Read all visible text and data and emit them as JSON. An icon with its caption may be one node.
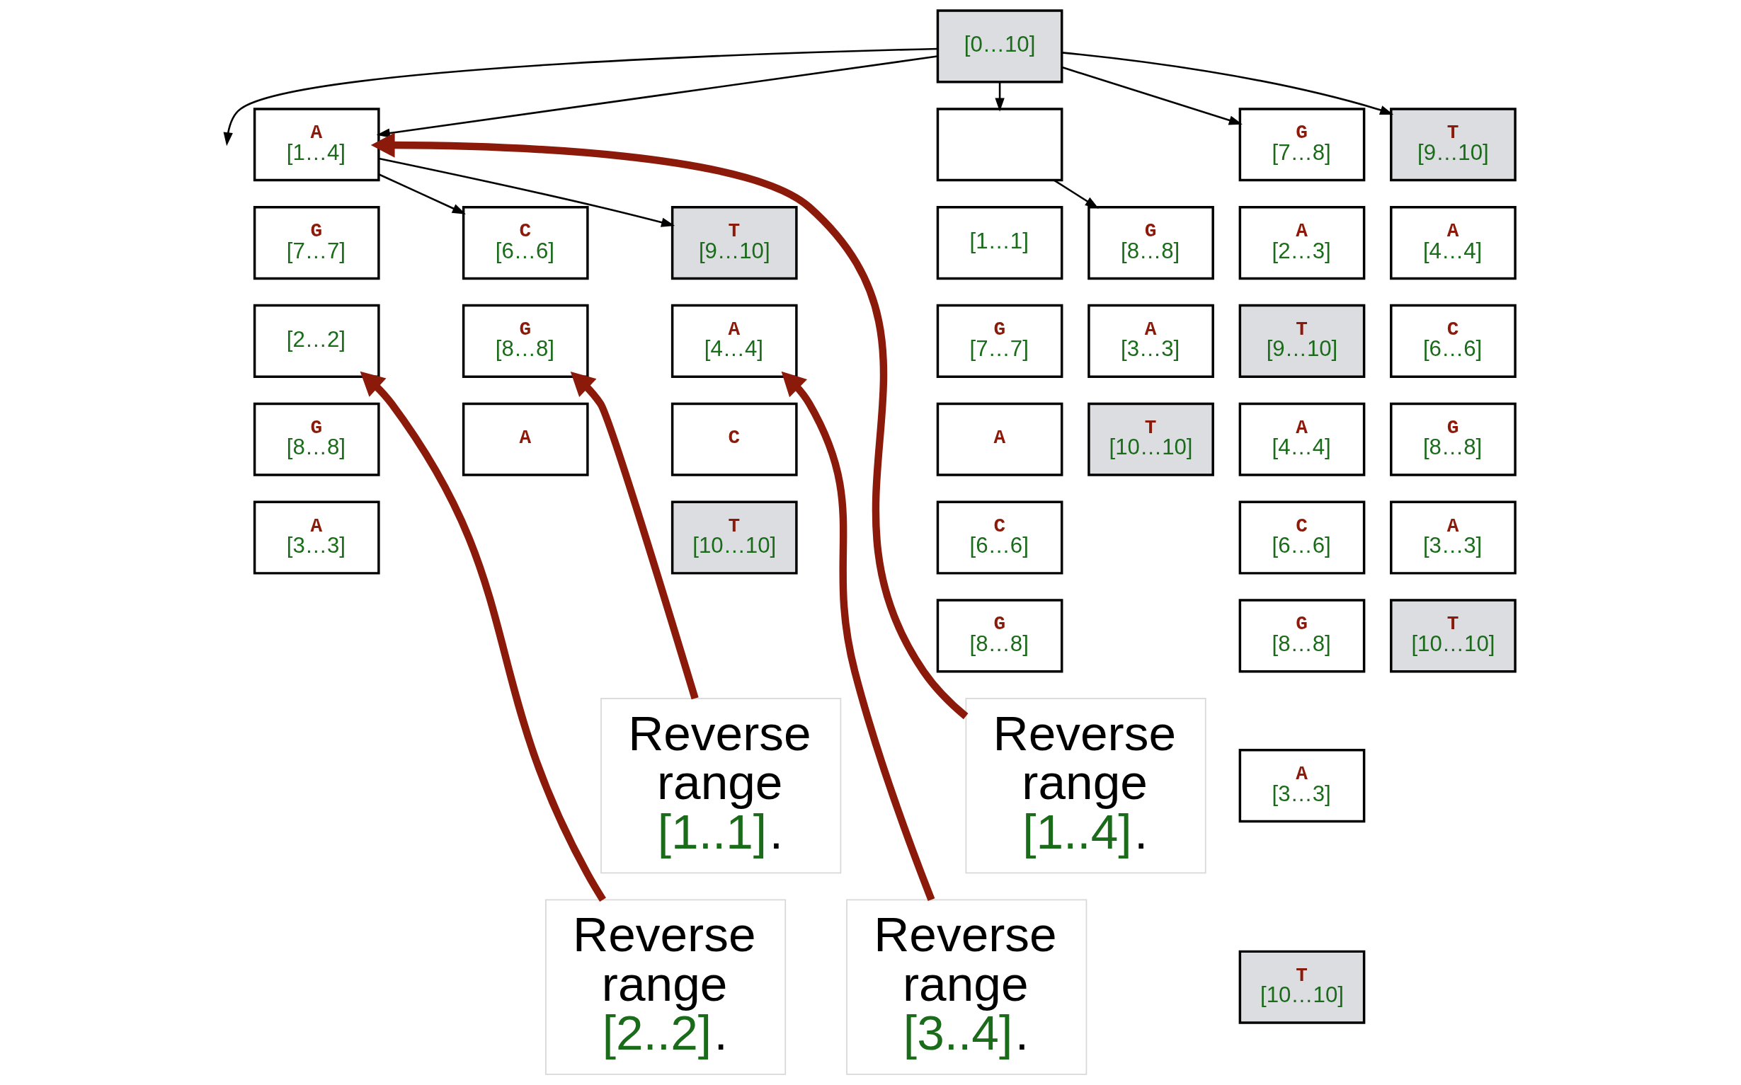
{
  "diagram": {
    "nodes": [
      {
        "text": [
          "[0…10]"
        ]
      },
      {
        "text": [
          "A",
          "[1…4]"
        ]
      },
      {
        "text": [
          "G",
          "[7…7]"
        ]
      },
      {
        "text": [
          "[2…2]"
        ]
      },
      {
        "text": [
          "G",
          "[8…8]"
        ]
      },
      {
        "text": [
          "A",
          "[3…3]"
        ]
      },
      {
        "text": [
          "C",
          "[6…6]"
        ]
      },
      {
        "text": [
          "G",
          "[8…8]"
        ]
      },
      {
        "text": [
          "A"
        ]
      },
      {
        "text": [
          "T",
          "[9…10]"
        ]
      },
      {
        "text": [
          "A",
          "[4…4]"
        ]
      },
      {
        "text": [
          "C"
        ]
      },
      {
        "text": [
          "T",
          "[10…10]"
        ]
      },
      {
        "text": [],
        "shape": "box"
      },
      {
        "text": [
          "[1…1]"
        ]
      },
      {
        "text": [
          "G",
          "[7…7]"
        ]
      },
      {
        "text": [
          "A"
        ]
      },
      {
        "text": [
          "C",
          "[6…6]"
        ]
      },
      {
        "text": [
          "G",
          "[8…8]"
        ]
      },
      {
        "text": [
          "G",
          "[8…8]"
        ]
      },
      {
        "text": [
          "A",
          "[3…3]"
        ]
      },
      {
        "text": [
          "T",
          "[10…10]"
        ]
      },
      {
        "text": [
          "G",
          "[7…8]"
        ]
      },
      {
        "text": [
          "A",
          "[2…3]"
        ]
      },
      {
        "text": [
          "T",
          "[9…10]"
        ]
      },
      {
        "text": [
          "A",
          "[4…4]"
        ]
      },
      {
        "text": [
          "C",
          "[6…6]"
        ]
      },
      {
        "text": [
          "G",
          "[8…8]"
        ]
      },
      {
        "text": [
          "A",
          "[3…3]"
        ]
      },
      {
        "text": [
          "T",
          "[10…10]"
        ]
      },
      {
        "text": [
          "T",
          "[9…10]"
        ]
      },
      {
        "text": [
          "A",
          "[4…4]"
        ]
      },
      {
        "text": [
          "C",
          "[6…6]"
        ]
      },
      {
        "text": [
          "G",
          "[8…8]"
        ]
      },
      {
        "text": [
          "A",
          "[3…3]"
        ]
      },
      {
        "text": [
          "T",
          "[10…10]"
        ]
      },
      {
        "text": [
          "Reverse range [1..4]."
        ]
      },
      {
        "text": [
          "Reverse range [1..1]."
        ]
      },
      {
        "text": [
          "Reverse range [2..2]."
        ]
      },
      {
        "text": [
          "Reverse range [3..4]."
        ]
      }
    ],
    "edges": [
      {
        "from": 0,
        "to": null,
        "arrow": "to"
      },
      {
        "from": 0,
        "to": 1,
        "arrow": "to"
      },
      {
        "from": 0,
        "to": 13,
        "arrow": "to"
      },
      {
        "from": 0,
        "to": 22,
        "arrow": "to"
      },
      {
        "from": 0,
        "to": 30,
        "arrow": "to"
      },
      {
        "from": 1,
        "to": 6,
        "arrow": "to"
      },
      {
        "from": 1,
        "to": 9,
        "arrow": "to"
      },
      {
        "from": 13,
        "to": 19,
        "arrow": "to"
      },
      {
        "from": 36,
        "to": 1,
        "arrow": "to",
        "style": "thick",
        "color": "#8b1a0a"
      },
      {
        "from": 37,
        "to": 7,
        "arrow": "to",
        "style": "thick",
        "color": "#8b1a0a"
      },
      {
        "from": 38,
        "to": 3,
        "arrow": "to",
        "style": "thick",
        "color": "#8b1a0a"
      },
      {
        "from": 39,
        "to": 10,
        "arrow": "to",
        "style": "thick",
        "color": "#8b1a0a"
      }
    ]
  }
}
